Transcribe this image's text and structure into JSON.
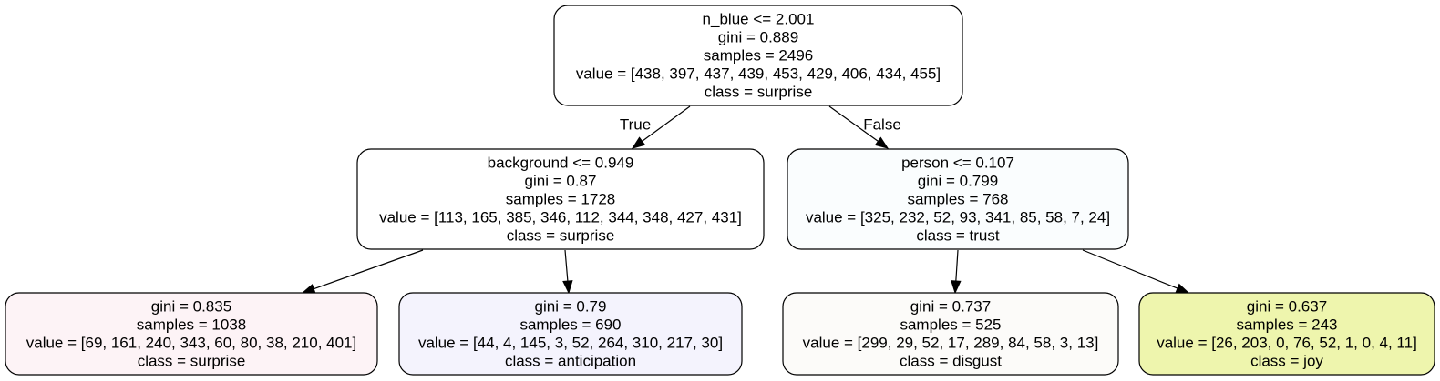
{
  "nodes": [
    {
      "id": "root",
      "lines": [
        "n_blue <= 2.001",
        "gini = 0.889",
        "samples = 2496",
        "value = [438, 397, 437, 439, 453, 429, 406, 434, 455]",
        "class = surprise"
      ],
      "fill": "#ffffff"
    },
    {
      "id": "left",
      "lines": [
        "background <= 0.949",
        "gini = 0.87",
        "samples = 1728",
        "value = [113, 165, 385, 346, 112, 344, 348, 427, 431]",
        "class = surprise"
      ],
      "fill": "#ffffff"
    },
    {
      "id": "right",
      "lines": [
        "person <= 0.107",
        "gini = 0.799",
        "samples = 768",
        "value = [325, 232, 52, 93, 341, 85, 58, 7, 24]",
        "class = trust"
      ],
      "fill": "#fafdfe"
    },
    {
      "id": "left-left",
      "lines": [
        "gini = 0.835",
        "samples = 1038",
        "value = [69, 161, 240, 343, 60, 80, 38, 210, 401]",
        "class = surprise"
      ],
      "fill": "#fdf3f6"
    },
    {
      "id": "left-right",
      "lines": [
        "gini = 0.79",
        "samples = 690",
        "value = [44, 4, 145, 3, 52, 264, 310, 217, 30]",
        "class = anticipation"
      ],
      "fill": "#f4f3fd"
    },
    {
      "id": "right-left",
      "lines": [
        "gini = 0.737",
        "samples = 525",
        "value = [299, 29, 52, 17, 289, 84, 58, 3, 13]",
        "class = disgust"
      ],
      "fill": "#fcfbf9"
    },
    {
      "id": "right-right",
      "lines": [
        "gini = 0.637",
        "samples = 243",
        "value = [26, 203, 0, 76, 52, 1, 0, 4, 11]",
        "class = joy"
      ],
      "fill": "#eef5ad"
    }
  ],
  "edges": [
    {
      "from": "root",
      "to": "left",
      "label": "True"
    },
    {
      "from": "root",
      "to": "right",
      "label": "False"
    },
    {
      "from": "left",
      "to": "left-left",
      "label": ""
    },
    {
      "from": "left",
      "to": "left-right",
      "label": ""
    },
    {
      "from": "right",
      "to": "right-left",
      "label": ""
    },
    {
      "from": "right",
      "to": "right-right",
      "label": ""
    }
  ]
}
